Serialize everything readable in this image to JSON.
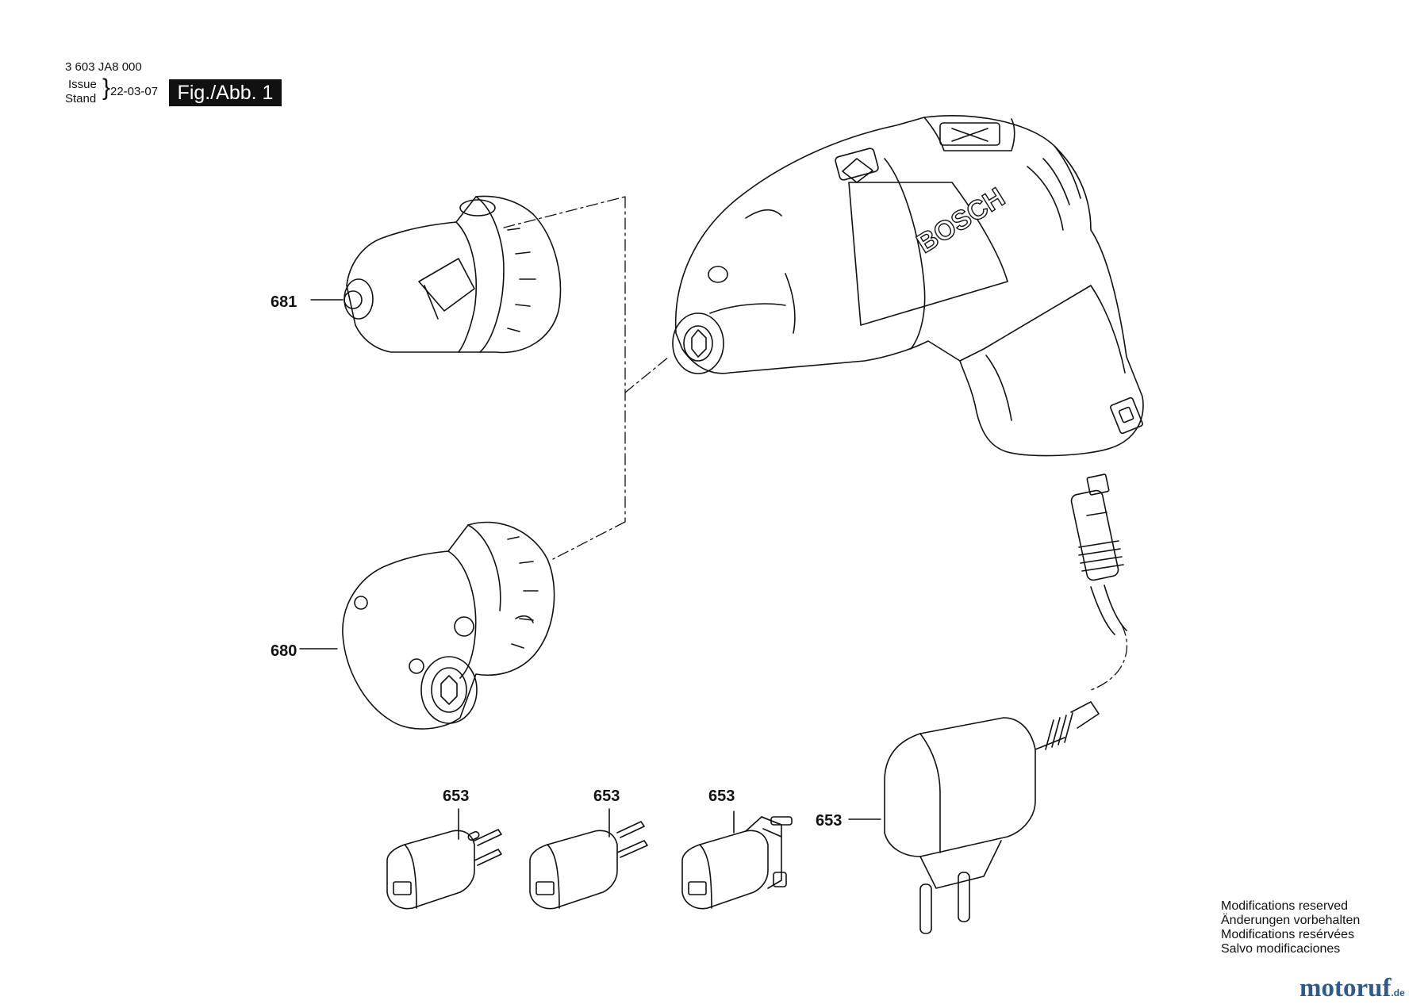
{
  "header": {
    "doc_number": "3 603 JA8 000",
    "issue_label": "Issue",
    "stand_label": "Stand",
    "date": "22-03-07",
    "figure_label": "Fig./Abb. 1"
  },
  "callouts": {
    "c681": "681",
    "c680": "680",
    "c653a": "653",
    "c653b": "653",
    "c653c": "653",
    "c653d": "653"
  },
  "tool_brand": "BOSCH",
  "notice": {
    "line1": "Modifications reserved",
    "line2": "Änderungen vorbehalten",
    "line3": "Modifications resérvées",
    "line4": "Salvo modificaciones"
  },
  "watermark": {
    "main": "motoruf",
    "tld": ".de"
  },
  "colors": {
    "ink": "#111111",
    "watermark": "#2e5a8c",
    "background": "#ffffff"
  }
}
